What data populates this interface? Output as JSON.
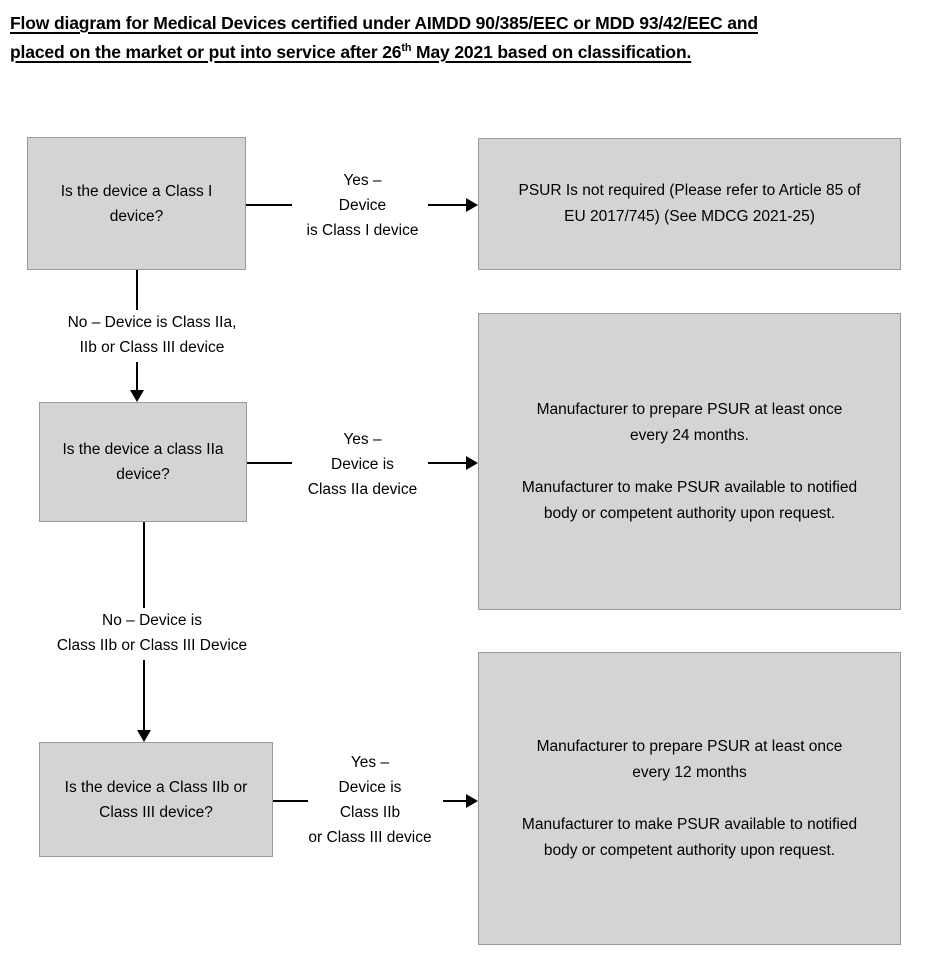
{
  "title": {
    "line1": "Flow diagram for Medical Devices certified under AIMDD 90/385/EEC or MDD 93/42/EEC and",
    "line2_before": "placed on the market or put into service after 26",
    "line2_sup": "th",
    "line2_after": " May 2021 based on classification."
  },
  "palette": {
    "box_fill": "#d4d4d4",
    "box_border": "#9a9a9a",
    "connector": "#000000",
    "page_background": "#ffffff",
    "text": "#000000"
  },
  "flow": {
    "decisions": [
      {
        "id": "class-i",
        "text": "Is the device a Class I\ndevice?",
        "yes_label": "Yes –\nDevice\nis Class I device",
        "no_label": "No – Device is Class IIa,\nIIb or Class III device"
      },
      {
        "id": "class-iia",
        "text": "Is the device a class IIa\ndevice?",
        "yes_label": "Yes –\nDevice is\nClass IIa device",
        "no_label": "No – Device is\nClass IIb or Class III Device"
      },
      {
        "id": "class-iib-iii",
        "text": "Is the device a Class IIb or\nClass III device?",
        "yes_label": "Yes –\nDevice is\nClass IIb\nor Class III device",
        "no_label": ""
      }
    ],
    "outcomes": [
      {
        "id": "no-psur",
        "text": "PSUR Is not required (Please refer to Article 85 of\nEU 2017/745)  (See MDCG 2021-25)"
      },
      {
        "id": "psur-24-months",
        "text": "Manufacturer to prepare PSUR at least once\nevery 24 months.\n\nManufacturer to make PSUR available to notified\nbody or competent authority upon request."
      },
      {
        "id": "psur-12-months",
        "text": "Manufacturer to prepare PSUR at least once\nevery 12 months\n\nManufacturer to make PSUR available to notified\nbody or competent authority upon request."
      }
    ]
  }
}
